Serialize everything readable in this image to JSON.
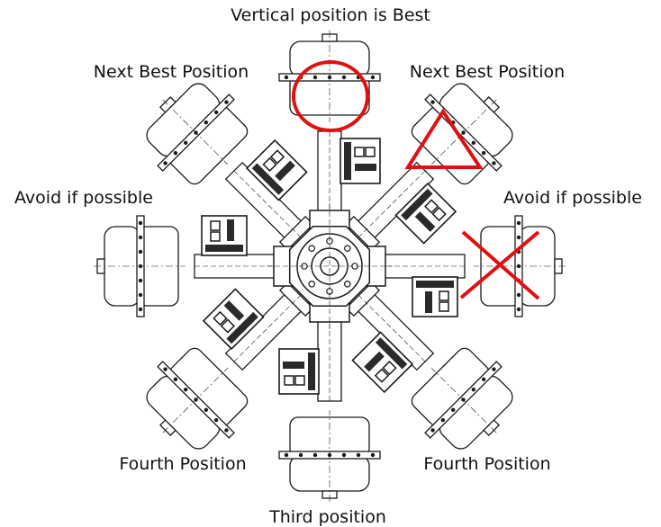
{
  "labels": {
    "top": "Vertical position is Best",
    "upper_left": "Next Best Position",
    "upper_right": "Next Best Position",
    "left": "Avoid if possible",
    "right": "Avoid if possible",
    "lower_left": "Fourth Position",
    "lower_right": "Fourth Position",
    "bottom": "Third position"
  },
  "markers": {
    "best": {
      "shape": "circle",
      "color": "#e01010"
    },
    "next_best": {
      "shape": "triangle",
      "color": "#e01010"
    },
    "avoid": {
      "shape": "cross",
      "color": "#e01010"
    }
  },
  "colors": {
    "line": "#1a1a1a",
    "actuator_fill": "#ffffff",
    "positioner_fill": "#2a2a2a"
  },
  "icons": {
    "best_marker": "red-circle-icon",
    "next_best_marker": "red-triangle-icon",
    "avoid_marker": "red-x-icon"
  }
}
